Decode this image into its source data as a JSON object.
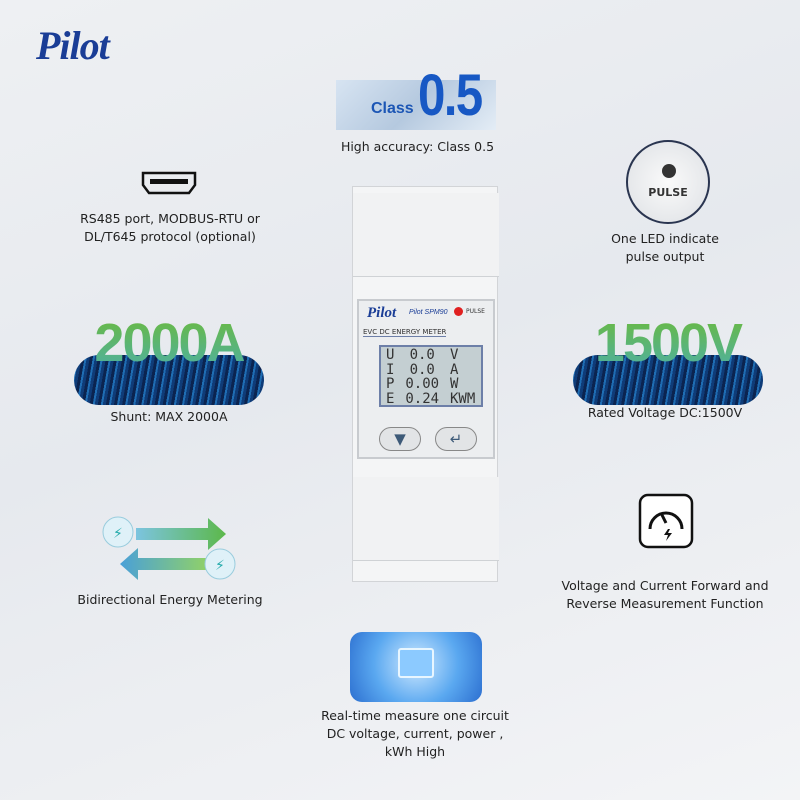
{
  "brand": {
    "logo": "Pilot",
    "accent": "#1a3d96"
  },
  "features": {
    "accuracy": {
      "badge_small": "Class",
      "badge_big": "0.5",
      "caption": "High accuracy: Class 0.5"
    },
    "rs485": {
      "icon": "hdmi-port-icon",
      "caption_l1": "RS485 port, MODBUS-RTU or",
      "caption_l2": "DL/T645 protocol (optional)"
    },
    "led": {
      "icon_label": "PULSE",
      "caption_l1": "One LED indicate",
      "caption_l2": "pulse output"
    },
    "shunt": {
      "big": "2000A",
      "caption": "Shunt: MAX 2000A"
    },
    "voltage": {
      "big": "1500V",
      "caption": "Rated Voltage DC:1500V"
    },
    "bidirectional": {
      "icon": "bidirectional-arrows-icon",
      "caption": "Bidirectional Energy Metering"
    },
    "forward_reverse": {
      "icon": "gauge-icon",
      "caption_l1": "Voltage and Current Forward and",
      "caption_l2": "Reverse Measurement Function"
    },
    "realtime": {
      "icon": "chip-icon",
      "caption_l1": "Real-time measure one circuit",
      "caption_l2": "DC voltage, current, power ,",
      "caption_l3": "kWh High"
    }
  },
  "meter": {
    "brand": "Pilot",
    "model": "Pilot SPM90",
    "pulse": "PULSE",
    "title": "EVC DC ENERGY METER",
    "rows": [
      {
        "k": "U",
        "v": "0.0",
        "u": "V"
      },
      {
        "k": "I",
        "v": "0.0",
        "u": "A"
      },
      {
        "k": "P",
        "v": "0.00",
        "u": "W"
      },
      {
        "k": "E",
        "v": "0.24",
        "u": "KWM"
      }
    ],
    "down_button": "▼",
    "enter_button": "↵"
  }
}
